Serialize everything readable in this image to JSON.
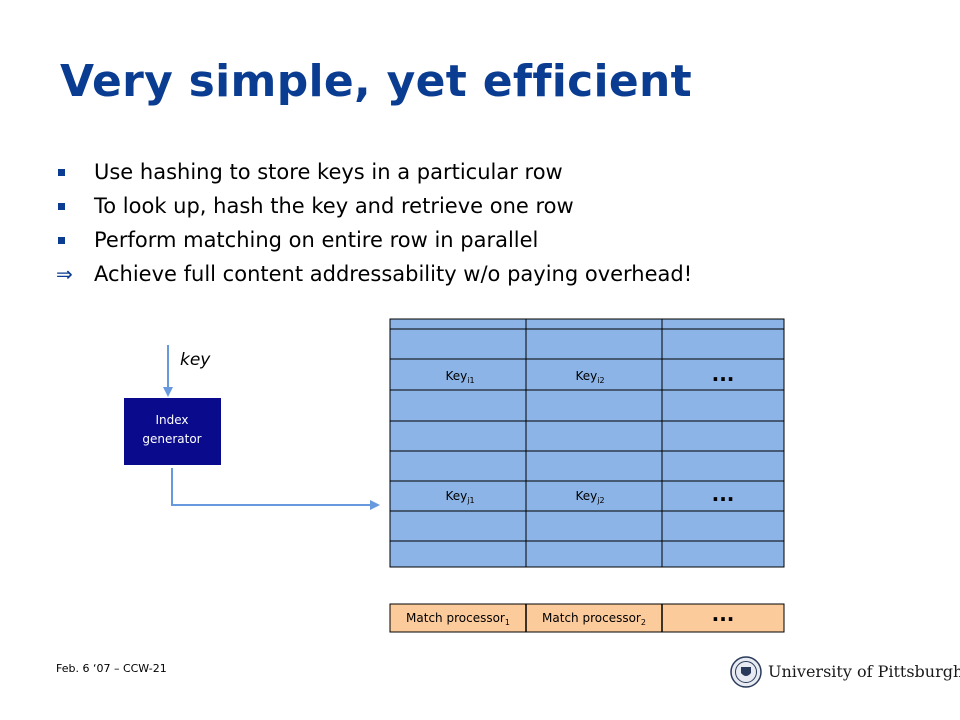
{
  "slide": {
    "title": "Very simple, yet efficient",
    "bullets": [
      {
        "marker": "square",
        "text": "Use hashing to store keys in a particular row"
      },
      {
        "marker": "square",
        "text": "To look up, hash the key and retrieve one row"
      },
      {
        "marker": "square",
        "text": "Perform matching on entire row in parallel"
      },
      {
        "marker": "implies",
        "text": "Achieve full content addressability w/o paying overhead!"
      }
    ],
    "implies_symbol": "⇒"
  },
  "diagram": {
    "key_label": "key",
    "index_generator": {
      "line1": "Index",
      "line2": "generator"
    },
    "row_i": {
      "col1": "Key",
      "col1_sub": "i1",
      "col2": "Key",
      "col2_sub": "i2",
      "col3": "..."
    },
    "row_j": {
      "col1": "Key",
      "col1_sub": "j1",
      "col2": "Key",
      "col2_sub": "j2",
      "col3": "..."
    },
    "match_processors": [
      {
        "label": "Match processor",
        "sub": "1"
      },
      {
        "label": "Match processor",
        "sub": "2"
      },
      {
        "label": "..."
      }
    ],
    "colors": {
      "table_fill": "#8cb4e6",
      "processor_fill": "#fccb9c",
      "generator_fill": "#0a0a8c",
      "arrow": "#6699dd"
    }
  },
  "footer": {
    "text": "Feb. 6 ‘07 – CCW-21"
  },
  "logo": {
    "text": "University of Pittsburgh",
    "icon": "university-seal-icon"
  }
}
